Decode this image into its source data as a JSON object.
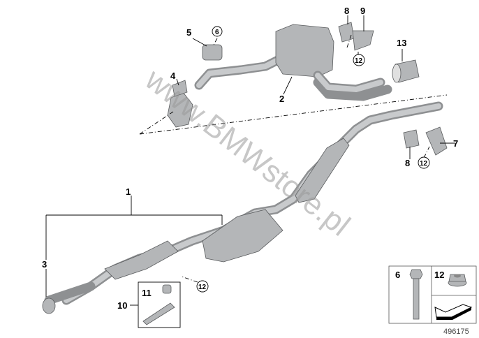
{
  "watermark": "www.BMWstore.pl",
  "callouts": {
    "c1": "1",
    "c2": "2",
    "c3": "3",
    "c4": "4",
    "c5": "5",
    "c6": "6",
    "c7": "7",
    "c8a": "8",
    "c8b": "8",
    "c9": "9",
    "c10": "10",
    "c11": "11",
    "c12a": "12",
    "c12b": "12",
    "c12c": "12",
    "c13": "13"
  },
  "legend_box": {
    "bolt_label": "6",
    "nut_label": "12"
  },
  "diagram_number": "496175"
}
